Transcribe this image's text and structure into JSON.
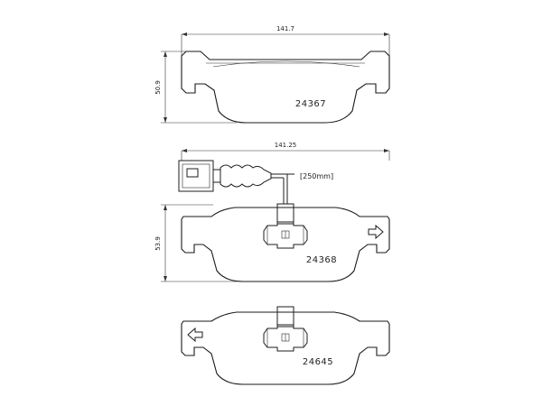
{
  "pads": [
    {
      "part_number": "24367",
      "width_dim": "141.7",
      "height_dim": "50.9"
    },
    {
      "part_number": "24368",
      "width_dim": "141.25",
      "height_dim": "53.9",
      "wire_length": "[250mm]"
    },
    {
      "part_number": "24645"
    }
  ],
  "icons": [
    "arrow-right-icon",
    "arrow-left-icon"
  ]
}
